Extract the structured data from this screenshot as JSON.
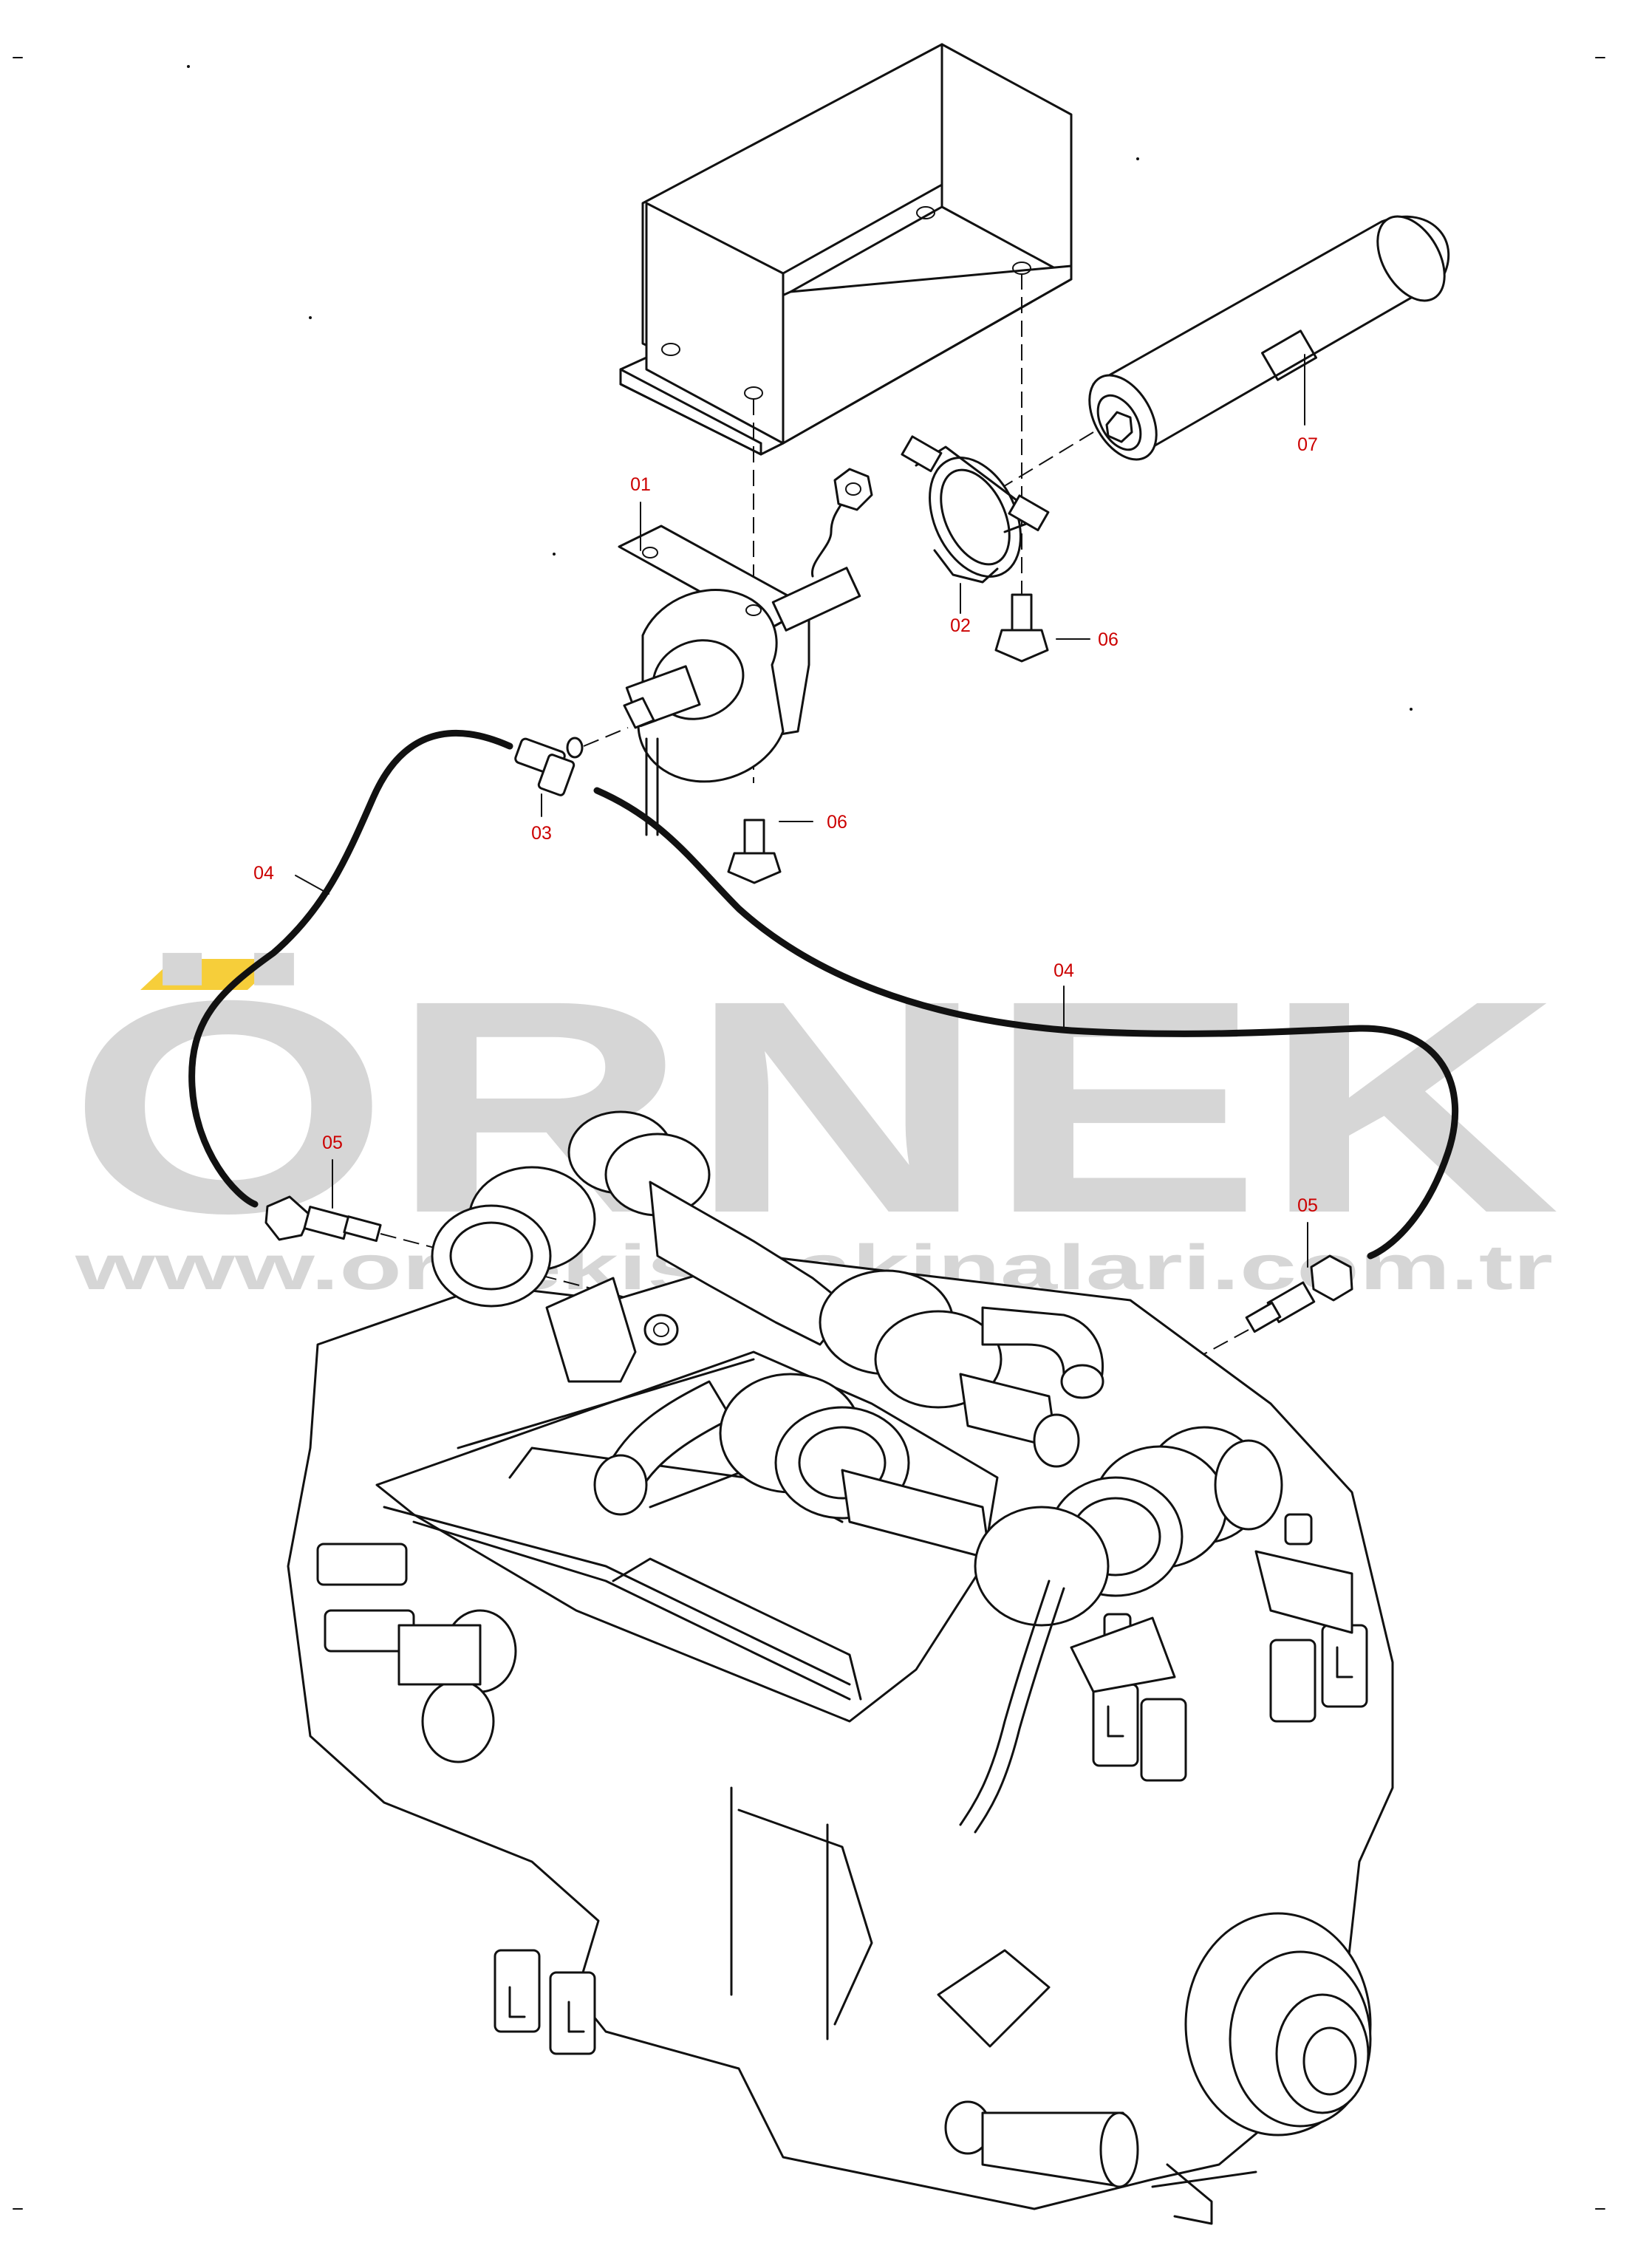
{
  "watermark": {
    "brand": "ÖRNEK",
    "website": "www.ornekismakinalari.com.tr",
    "color": "#d6d6d6",
    "accent": "#f5c518"
  },
  "callouts": {
    "c01": "01",
    "c02": "02",
    "c03": "03",
    "c04a": "04",
    "c04b": "04",
    "c05a": "05",
    "c05b": "05",
    "c06a": "06",
    "c06b": "06",
    "c07": "07",
    "color": "#cc0000"
  },
  "parts": [
    {
      "id": "01",
      "icon": "sender-bracket-icon"
    },
    {
      "id": "02",
      "icon": "hose-clamp-icon"
    },
    {
      "id": "03",
      "icon": "tee-fitting-icon"
    },
    {
      "id": "04",
      "icon": "hose-icon"
    },
    {
      "id": "05",
      "icon": "sensor-icon"
    },
    {
      "id": "06",
      "icon": "bolt-icon"
    },
    {
      "id": "07",
      "icon": "canister-icon"
    }
  ]
}
